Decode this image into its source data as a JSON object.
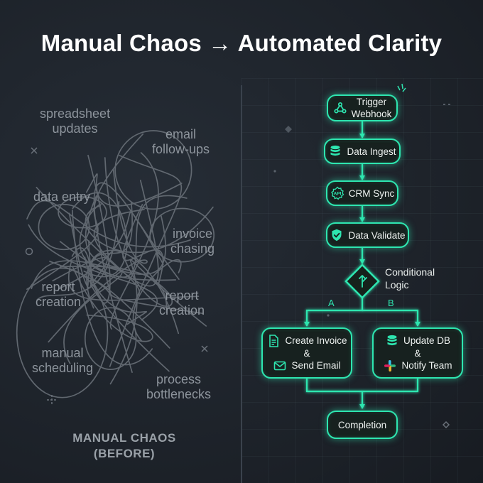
{
  "title": "Manual Chaos → Automated Clarity",
  "before": {
    "labels": [
      {
        "name": "spreadsheet-updates",
        "text1": "spreadsheet",
        "text2": "updates"
      },
      {
        "name": "email-follow-ups",
        "text1": "email",
        "text2": "follow-ups"
      },
      {
        "name": "data-entry",
        "text1": "data entry",
        "text2": ""
      },
      {
        "name": "invoice-chasing",
        "text1": "invoice",
        "text2": "chasing"
      },
      {
        "name": "report-creation-left",
        "text1": "report",
        "text2": "creation"
      },
      {
        "name": "report-creation-right",
        "text1": "report",
        "text2": "creation"
      },
      {
        "name": "manual-scheduling",
        "text1": "manual",
        "text2": "scheduling"
      },
      {
        "name": "process-bottlenecks",
        "text1": "process",
        "text2": "bottlenecks"
      }
    ],
    "caption_line1": "MANUAL CHAOS",
    "caption_line2": "(BEFORE)"
  },
  "flow": {
    "trigger": {
      "line1": "Trigger",
      "line2": "Webhook",
      "icon": "webhook-icon"
    },
    "ingest": {
      "label": "Data Ingest",
      "icon": "database-icon"
    },
    "crm": {
      "label": "CRM Sync",
      "icon": "api-icon"
    },
    "validate": {
      "label": "Data Validate",
      "icon": "shield-check-icon"
    },
    "condition": {
      "line1": "Conditional",
      "line2": "Logic",
      "icon": "branch-icon"
    },
    "branch_a": "A",
    "branch_b": "B",
    "left_box": {
      "line1": "Create Invoice",
      "amp": "&",
      "line2": "Send Email",
      "icon1": "invoice-icon",
      "icon2": "mail-icon"
    },
    "right_box": {
      "line1": "Update DB",
      "amp": "&",
      "line2": "Notify Team",
      "icon1": "database-icon",
      "icon2": "slack-icon"
    },
    "completion": "Completion"
  },
  "colors": {
    "accent": "#2ee6b0",
    "background": "#1e242c",
    "chaos_text": "#8d949c"
  }
}
